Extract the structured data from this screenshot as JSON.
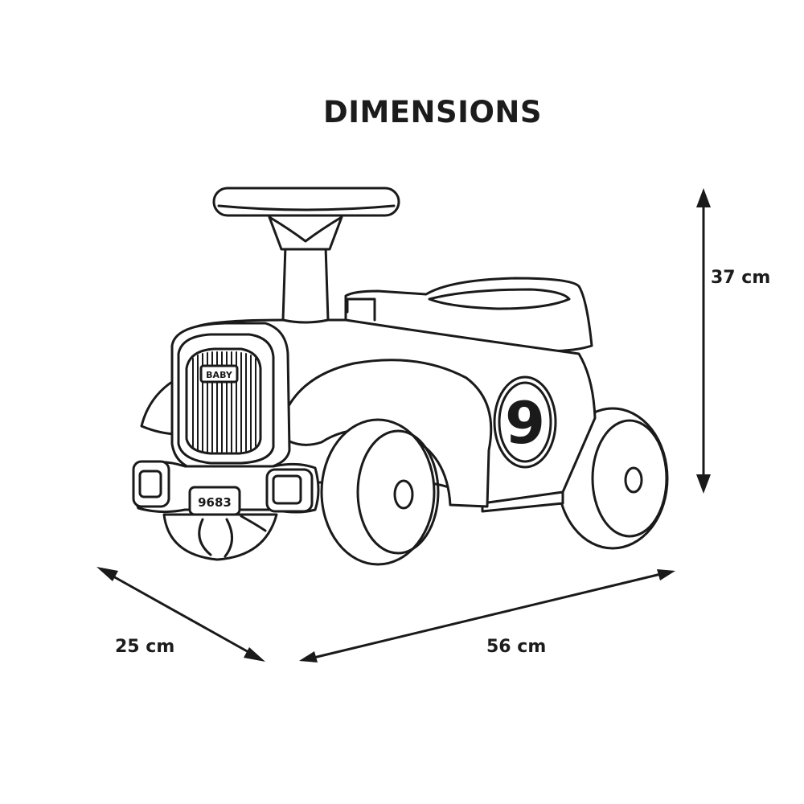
{
  "title": "DIMENSIONS",
  "dimensions": {
    "height": "37 cm",
    "depth": "25 cm",
    "length": "56 cm"
  },
  "toy": {
    "grille_badge": "BABY",
    "license_plate": "9683",
    "race_number": "9"
  },
  "colors": {
    "line": "#1a1a1a",
    "background": "#ffffff"
  }
}
